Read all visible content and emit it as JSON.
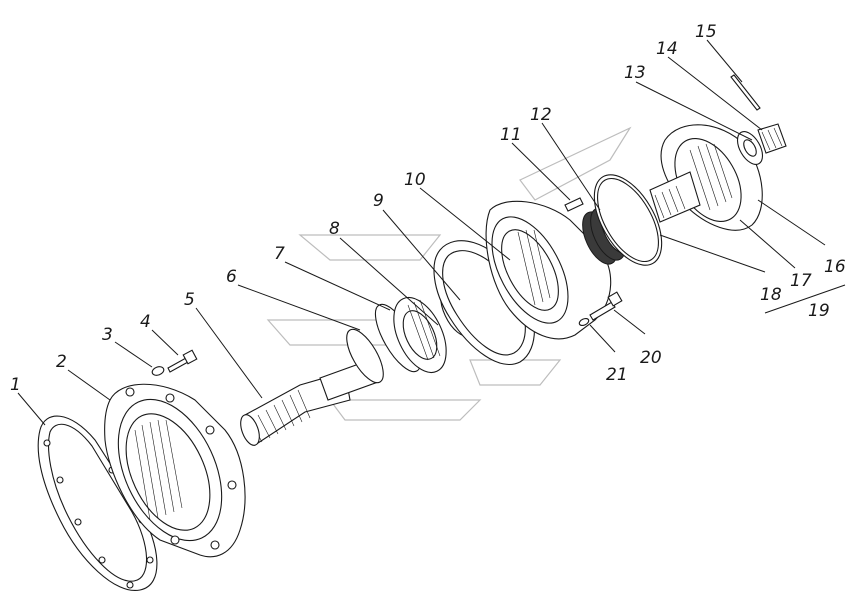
{
  "callouts": [
    {
      "id": "1",
      "label": "1"
    },
    {
      "id": "2",
      "label": "2"
    },
    {
      "id": "3",
      "label": "3"
    },
    {
      "id": "4",
      "label": "4"
    },
    {
      "id": "5",
      "label": "5"
    },
    {
      "id": "6",
      "label": "6"
    },
    {
      "id": "7",
      "label": "7"
    },
    {
      "id": "8",
      "label": "8"
    },
    {
      "id": "9",
      "label": "9"
    },
    {
      "id": "10",
      "label": "10"
    },
    {
      "id": "11",
      "label": "11"
    },
    {
      "id": "12",
      "label": "12"
    },
    {
      "id": "13",
      "label": "13"
    },
    {
      "id": "14",
      "label": "14"
    },
    {
      "id": "15",
      "label": "15"
    },
    {
      "id": "16",
      "label": "16"
    },
    {
      "id": "17",
      "label": "17"
    },
    {
      "id": "18",
      "label": "18"
    },
    {
      "id": "19",
      "label": "19"
    },
    {
      "id": "20",
      "label": "20"
    },
    {
      "id": "21",
      "label": "21"
    }
  ],
  "colors": {
    "ink": "#1a1a1a",
    "watermark": "#bdbdbd",
    "background": "#ffffff"
  }
}
